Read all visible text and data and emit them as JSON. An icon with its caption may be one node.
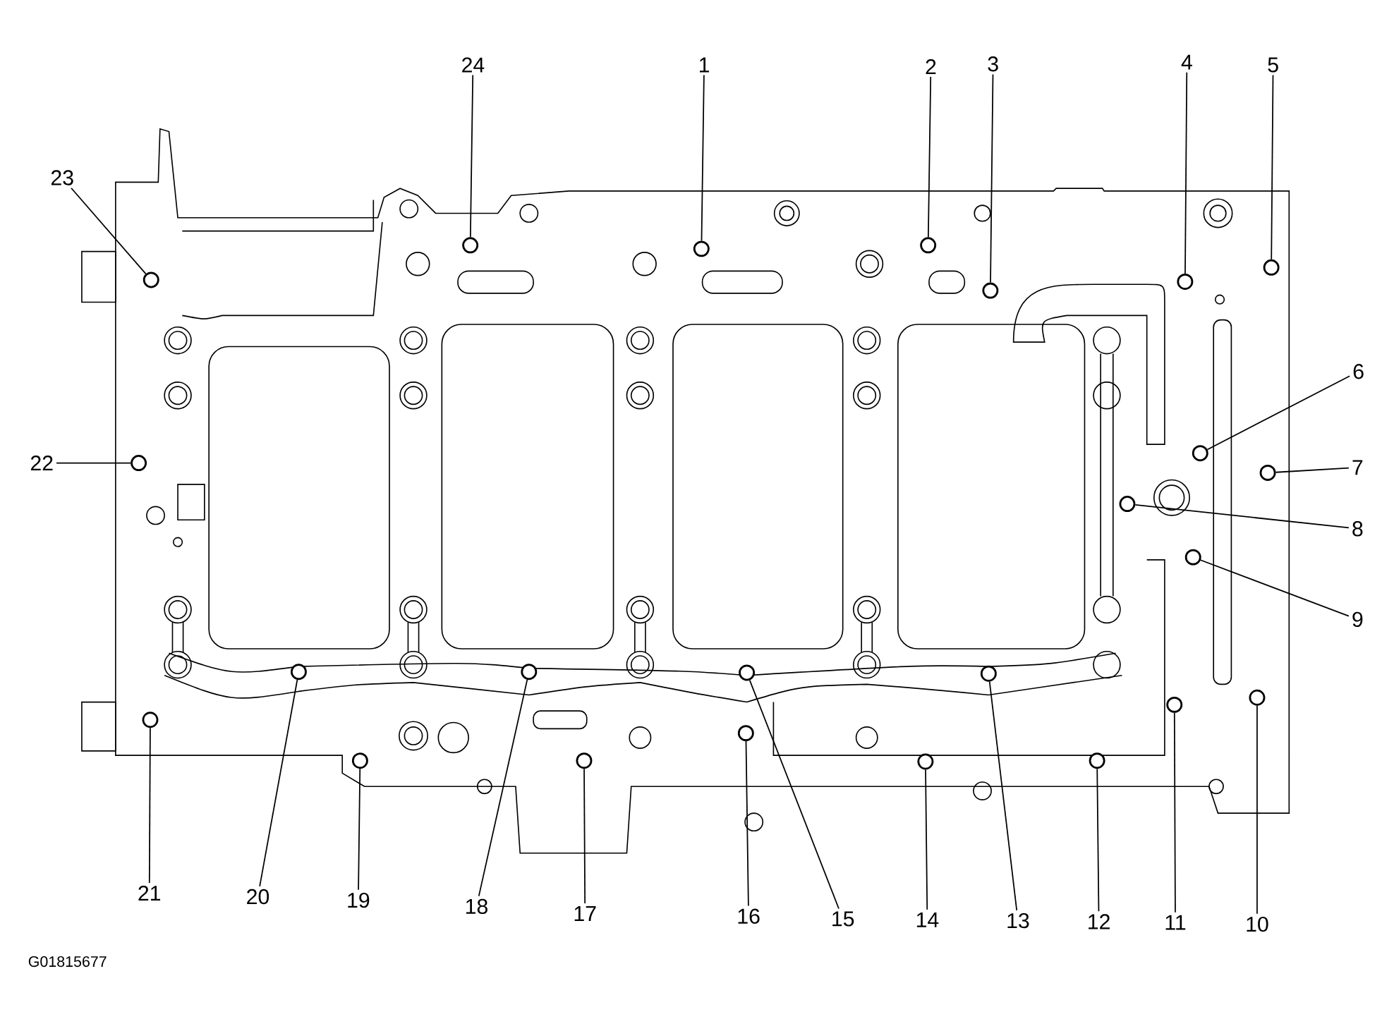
{
  "diagram": {
    "nodes": [
      {
        "text": [
          "1"
        ]
      },
      {
        "text": [],
        "shape": "circle"
      },
      {
        "text": [
          "2"
        ]
      },
      {
        "text": [],
        "shape": "circle"
      },
      {
        "text": [
          "3"
        ]
      },
      {
        "text": [],
        "shape": "circle"
      },
      {
        "text": [
          "4"
        ]
      },
      {
        "text": [],
        "shape": "circle"
      },
      {
        "text": [
          "5"
        ]
      },
      {
        "text": [],
        "shape": "circle"
      },
      {
        "text": [
          "6"
        ]
      },
      {
        "text": [],
        "shape": "circle"
      },
      {
        "text": [
          "7"
        ]
      },
      {
        "text": [],
        "shape": "circle"
      },
      {
        "text": [
          "8"
        ]
      },
      {
        "text": [],
        "shape": "circle"
      },
      {
        "text": [
          "9"
        ]
      },
      {
        "text": [],
        "shape": "circle"
      },
      {
        "text": [
          "10"
        ]
      },
      {
        "text": [],
        "shape": "circle"
      },
      {
        "text": [
          "11"
        ]
      },
      {
        "text": [],
        "shape": "circle"
      },
      {
        "text": [
          "12"
        ]
      },
      {
        "text": [],
        "shape": "circle"
      },
      {
        "text": [
          "13"
        ]
      },
      {
        "text": [],
        "shape": "circle"
      },
      {
        "text": [
          "14"
        ]
      },
      {
        "text": [],
        "shape": "circle"
      },
      {
        "text": [
          "15"
        ]
      },
      {
        "text": [],
        "shape": "circle"
      },
      {
        "text": [
          "16"
        ]
      },
      {
        "text": [],
        "shape": "circle"
      },
      {
        "text": [
          "17"
        ]
      },
      {
        "text": [],
        "shape": "circle"
      },
      {
        "text": [
          "18"
        ]
      },
      {
        "text": [],
        "shape": "circle"
      },
      {
        "text": [
          "19"
        ]
      },
      {
        "text": [],
        "shape": "circle"
      },
      {
        "text": [
          "20"
        ]
      },
      {
        "text": [],
        "shape": "circle"
      },
      {
        "text": [
          "21"
        ]
      },
      {
        "text": [],
        "shape": "circle"
      },
      {
        "text": [
          "22"
        ]
      },
      {
        "text": [],
        "shape": "circle"
      },
      {
        "text": [
          "23"
        ]
      },
      {
        "text": [],
        "shape": "circle"
      },
      {
        "text": [
          "24"
        ]
      },
      {
        "text": [],
        "shape": "circle"
      }
    ],
    "edges": [
      {
        "from": 0,
        "to": 1,
        "arrow": "none"
      },
      {
        "from": 2,
        "to": 3,
        "arrow": "none"
      },
      {
        "from": 4,
        "to": 5,
        "arrow": "none"
      },
      {
        "from": 6,
        "to": 7,
        "arrow": "none"
      },
      {
        "from": 8,
        "to": 9,
        "arrow": "none"
      },
      {
        "from": 10,
        "to": 11,
        "arrow": "none"
      },
      {
        "from": 12,
        "to": 13,
        "arrow": "none"
      },
      {
        "from": 14,
        "to": 15,
        "arrow": "none"
      },
      {
        "from": 16,
        "to": 17,
        "arrow": "none"
      },
      {
        "from": 18,
        "to": 19,
        "arrow": "none"
      },
      {
        "from": 20,
        "to": 21,
        "arrow": "none"
      },
      {
        "from": 22,
        "to": 23,
        "arrow": "none"
      },
      {
        "from": 24,
        "to": 25,
        "arrow": "none"
      },
      {
        "from": 26,
        "to": 27,
        "arrow": "none"
      },
      {
        "from": 28,
        "to": 29,
        "arrow": "none"
      },
      {
        "from": 30,
        "to": 31,
        "arrow": "none"
      },
      {
        "from": 32,
        "to": 33,
        "arrow": "none"
      },
      {
        "from": 34,
        "to": 35,
        "arrow": "none"
      },
      {
        "from": 36,
        "to": 37,
        "arrow": "none"
      },
      {
        "from": 38,
        "to": 39,
        "arrow": "none"
      },
      {
        "from": 40,
        "to": 41,
        "arrow": "none"
      },
      {
        "from": 42,
        "to": 43,
        "arrow": "none"
      },
      {
        "from": 44,
        "to": 45,
        "arrow": "none"
      },
      {
        "from": 46,
        "to": 47,
        "arrow": "none"
      }
    ],
    "labels": [
      "G01815677"
    ]
  }
}
